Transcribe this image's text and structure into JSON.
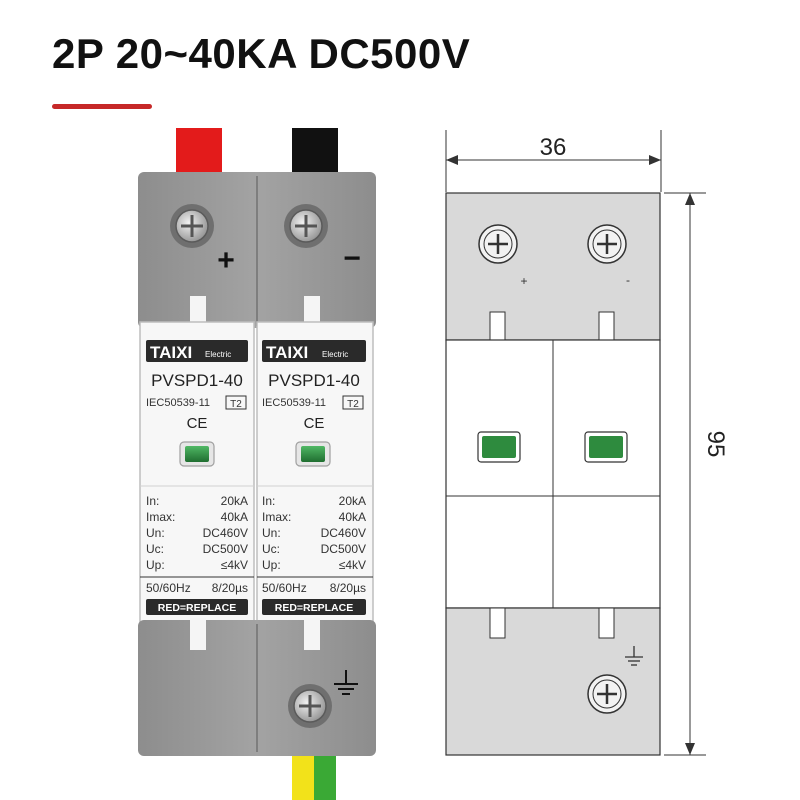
{
  "title": "2P 20~40KA DC500V",
  "colors": {
    "accent": "#c62828",
    "housing": "#9a9a9a",
    "positive_terminal": "#e31b1b",
    "negative_terminal": "#111111",
    "indicator": "#2e8b3e",
    "ground_wire": [
      "#f2e21a",
      "#3aa935"
    ]
  },
  "product": {
    "brand": "TAIXI",
    "brand_sub": "Electric",
    "model": "PVSPD1-40",
    "standard": "IEC50539-11",
    "class": "T2",
    "cert": "CE",
    "specs": [
      {
        "label": "In:",
        "value": "20kA"
      },
      {
        "label": "Imax:",
        "value": "40kA"
      },
      {
        "label": "Un:",
        "value": "DC460V"
      },
      {
        "label": "Uc:",
        "value": "DC500V"
      },
      {
        "label": "Up:",
        "value": "≤4kV"
      }
    ],
    "freq": "50/60Hz",
    "wave": "8/20µs",
    "replace_label": "RED=REPLACE",
    "plus_sign": "+",
    "minus_sign": "−"
  },
  "drawing": {
    "width_label": "36",
    "height_label": "95",
    "plus_sign": "+",
    "minus_sign": "-"
  }
}
